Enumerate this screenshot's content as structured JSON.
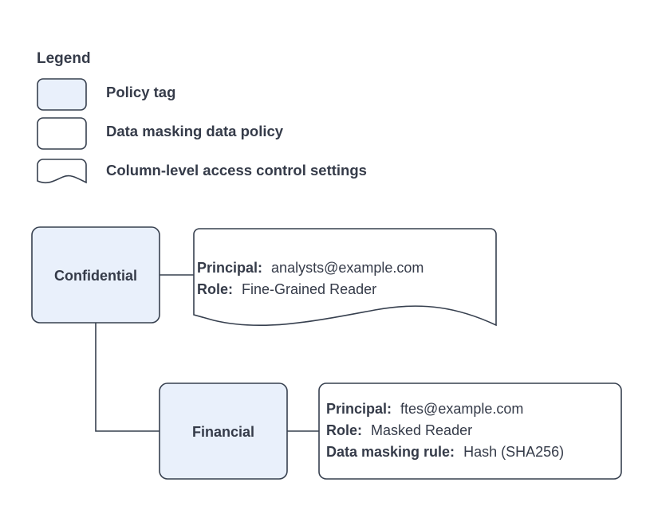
{
  "legend": {
    "title": "Legend",
    "items": [
      {
        "swatch": "rounded-rect-filled",
        "label": "Policy tag"
      },
      {
        "swatch": "rounded-rect-outline",
        "label": "Data masking data policy"
      },
      {
        "swatch": "wavy-bottom-card",
        "label": "Column-level access control settings"
      }
    ]
  },
  "diagram": {
    "nodes": [
      {
        "id": "confidential",
        "label": "Confidential",
        "type": "policy-tag"
      },
      {
        "id": "financial",
        "label": "Financial",
        "type": "policy-tag"
      }
    ],
    "callouts": [
      {
        "id": "confidential-access",
        "type": "column-level-access-control-settings",
        "lines": [
          {
            "key": "Principal:",
            "value": "analysts@example.com"
          },
          {
            "key": "Role:",
            "value": "Fine-Grained Reader"
          }
        ]
      },
      {
        "id": "financial-masking",
        "type": "data-masking-data-policy",
        "lines": [
          {
            "key": "Principal:",
            "value": "ftes@example.com"
          },
          {
            "key": "Role:",
            "value": "Masked Reader"
          },
          {
            "key": "Data masking rule:",
            "value": "Hash (SHA256)"
          }
        ]
      }
    ]
  },
  "colors": {
    "policy_tag_fill": "#e9f0fb",
    "stroke": "#37404f",
    "text": "#353b49",
    "background": "#ffffff"
  }
}
